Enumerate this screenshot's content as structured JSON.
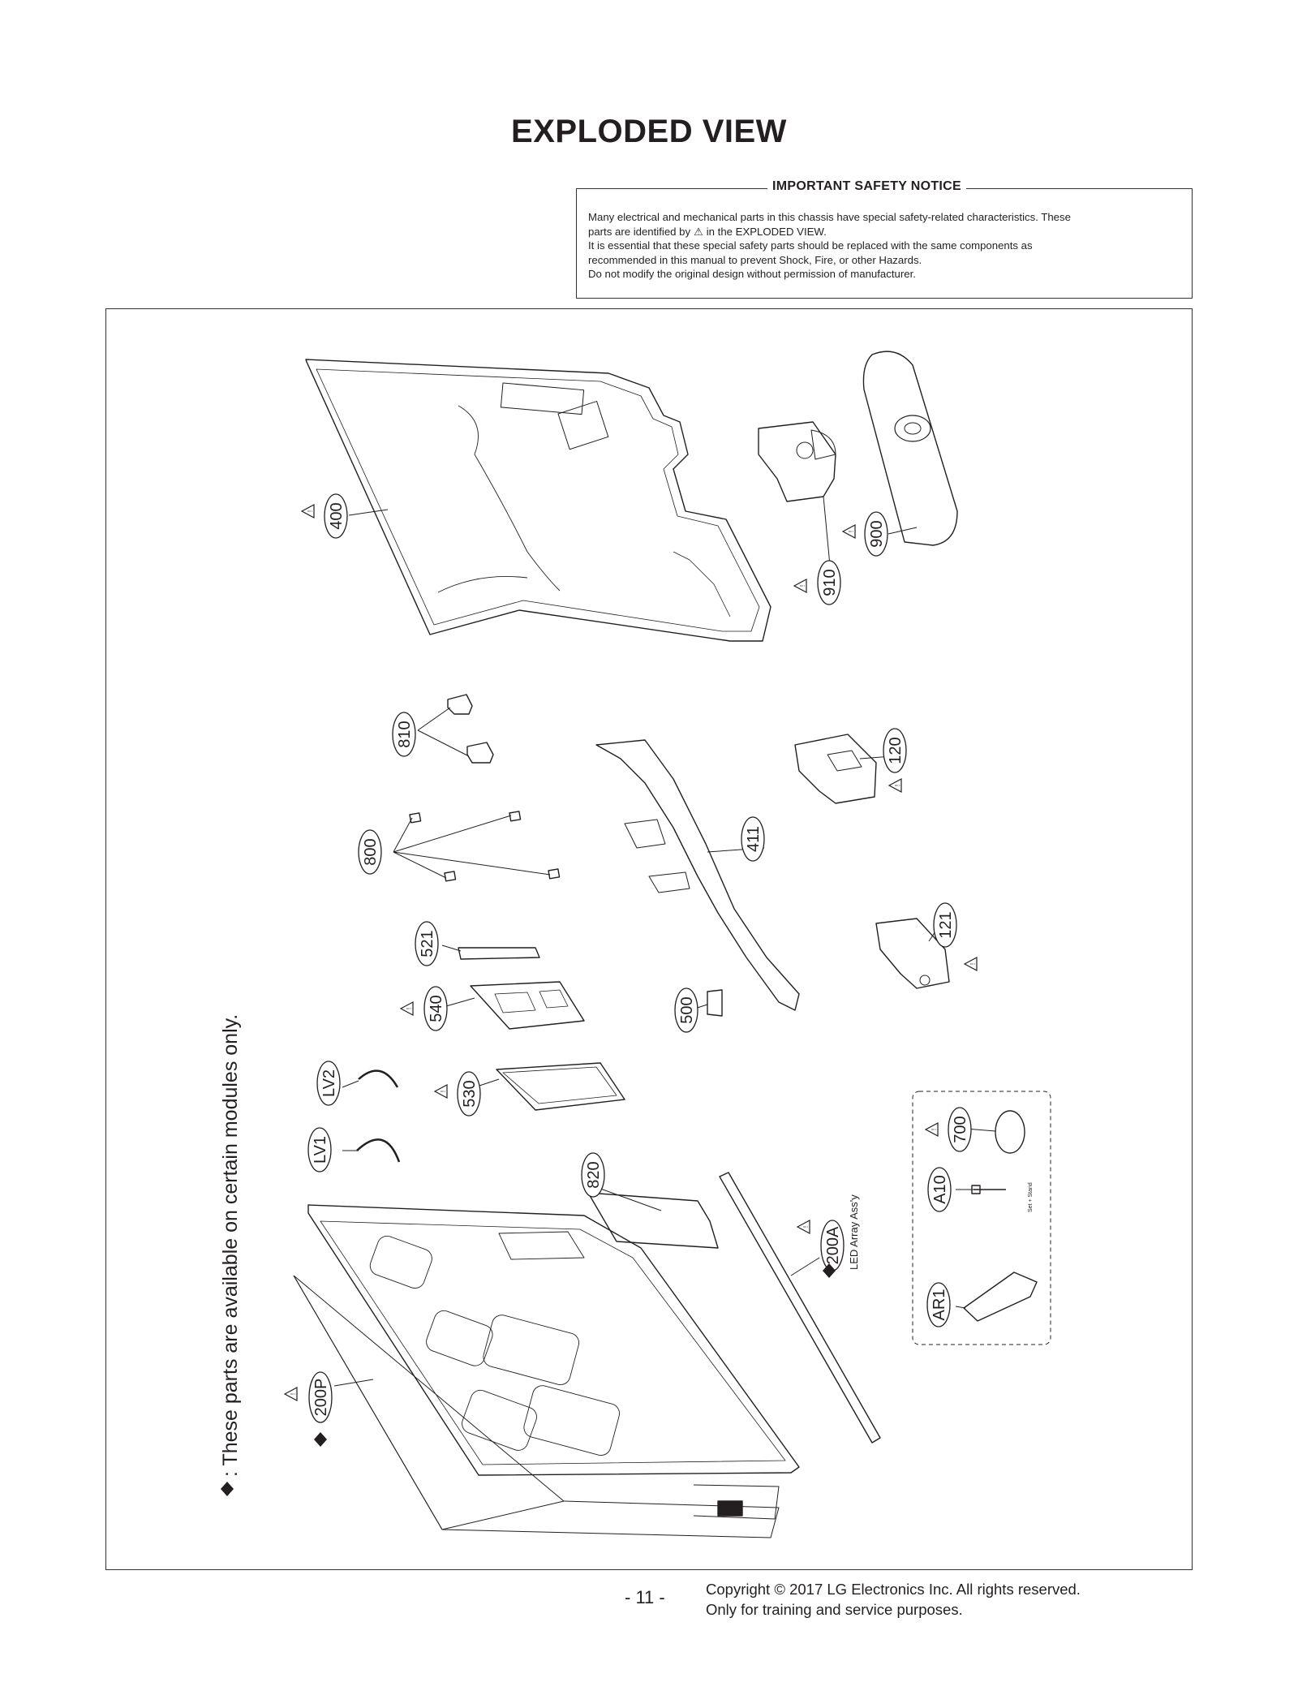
{
  "page": {
    "title": "EXPLODED VIEW",
    "page_number": "- 11 -",
    "copyright_line1": "Copyright © 2017 LG Electronics Inc. All rights reserved.",
    "copyright_line2": "Only for training and service purposes."
  },
  "safety_notice": {
    "title": "IMPORTANT SAFETY NOTICE",
    "line1": "Many electrical and mechanical parts in this chassis have special safety-related characteristics. These",
    "line2_before": "parts are identified by",
    "line2_after": "in the EXPLODED VIEW.",
    "line3": "It is essential that these special safety parts should be replaced with the same components as",
    "line4": "recommended in this manual to prevent Shock, Fire, or other Hazards.",
    "line5": "Do not modify the original design without permission of manufacturer.",
    "warning_icon": "warning-triangle-icon"
  },
  "diagram": {
    "side_note": ": These parts are available on certain modules only.",
    "side_note_icon": "diamond-icon",
    "led_label": "LED Array Ass'y",
    "screw_note": "Set + Stand",
    "part_labels": {
      "p400": "400",
      "p900": "900",
      "p910": "910",
      "p810": "810",
      "p120": "120",
      "p800": "800",
      "p411": "411",
      "p521": "521",
      "p121": "121",
      "p540": "540",
      "p500": "500",
      "pLV2": "LV2",
      "p530": "530",
      "p700": "700",
      "pLV1": "LV1",
      "p820": "820",
      "pA10": "A10",
      "p200A": "200A",
      "pAR1": "AR1",
      "p200P": "200P"
    }
  }
}
